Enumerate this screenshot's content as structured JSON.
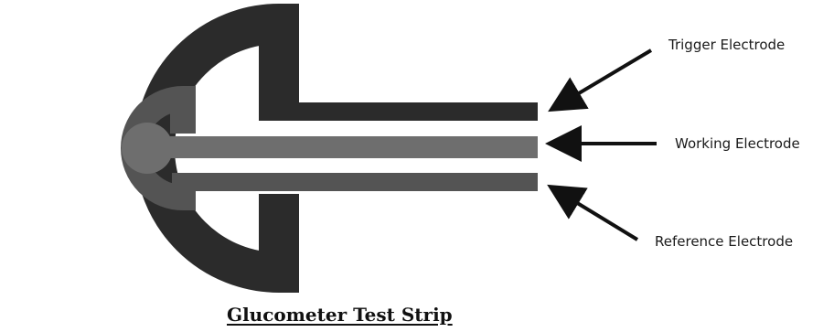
{
  "diagram": {
    "title": "Glucometer Test Strip",
    "labels": {
      "trigger": "Trigger Electrode",
      "working": "Working Electrode",
      "reference": "Reference Electrode"
    },
    "colors": {
      "trigger_electrode": "#2b2b2b",
      "working_electrode": "#6e6e6e",
      "reference_electrode": "#545454",
      "arrow": "#111111",
      "background": "#ffffff"
    }
  }
}
